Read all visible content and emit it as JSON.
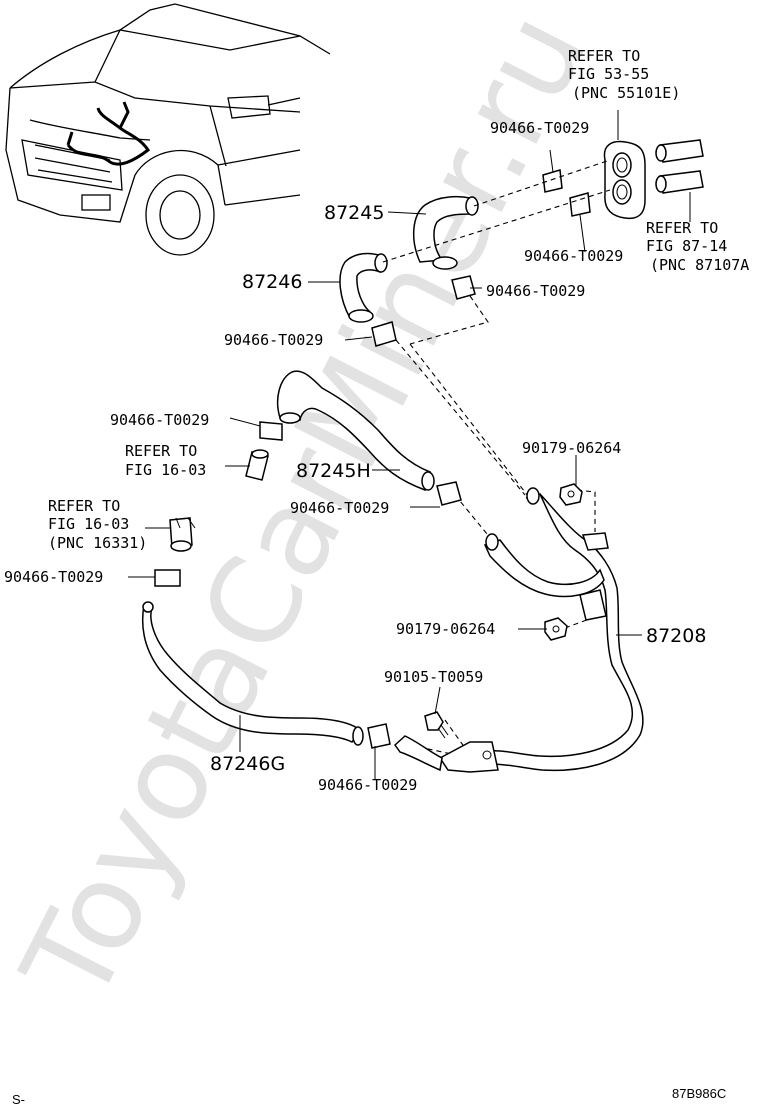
{
  "watermark": "ToyotaCarMiner.ru",
  "footer": {
    "left": "S-",
    "right": "87B986C"
  },
  "labels": {
    "refer_53_l1": "REFER TO",
    "refer_53_l2": "FIG 53-55",
    "refer_53_l3": "(PNC 55101E)",
    "refer_87_l1": "REFER TO",
    "refer_87_l2": "FIG 87-14",
    "refer_87_l3": "(PNC 87107A",
    "refer_16a_l1": "REFER TO",
    "refer_16a_l2": "FIG 16-03",
    "refer_16b_l1": "REFER TO",
    "refer_16b_l2": "FIG 16-03",
    "refer_16b_l3": "(PNC 16331)",
    "clamp_1": "90466-T0029",
    "clamp_2": "90466-T0029",
    "clamp_3": "90466-T0029",
    "clamp_4": "90466-T0029",
    "clamp_5": "90466-T0029",
    "clamp_6": "90466-T0029",
    "clamp_7": "90466-T0029",
    "clamp_8": "90466-T0029",
    "nut_1": "90179-06264",
    "nut_2": "90179-06264",
    "bolt_1": "90105-T0059",
    "part_87245": "87245",
    "part_87246": "87246",
    "part_87245H": "87245H",
    "part_87208": "87208",
    "part_87246G": "87246G"
  }
}
